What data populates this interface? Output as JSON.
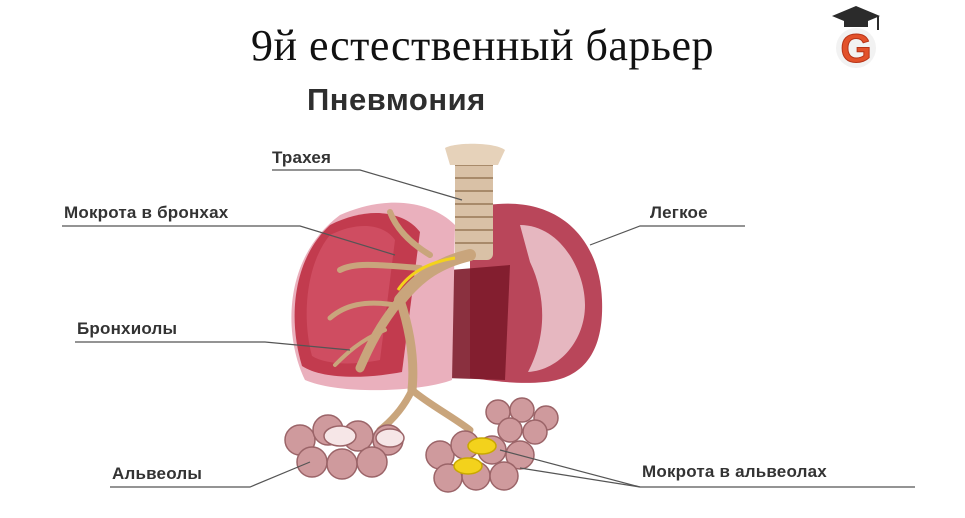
{
  "slide": {
    "title": "9й естественный барьер"
  },
  "diagram": {
    "title": "Пневмония",
    "labels": {
      "trachea": "Трахея",
      "sputum_bronchi": "Мокрота в бронхах",
      "lung": "Легкое",
      "bronchioles": "Бронхиолы",
      "alveoli": "Альвеолы",
      "sputum_alveoli": "Мокрота в альвеолах"
    }
  },
  "logo": {
    "letter": "G",
    "icon": "graduation-cap-icon"
  },
  "colors": {
    "lung_pink": "#e8a5b3",
    "lung_inner": "#c23b4e",
    "lung_dark": "#7d1a2a",
    "trachea": "#d9c1a6",
    "bronchi": "#c9a57c",
    "sputum": "#f3d21c",
    "alveoli": "#cf9a9d"
  }
}
